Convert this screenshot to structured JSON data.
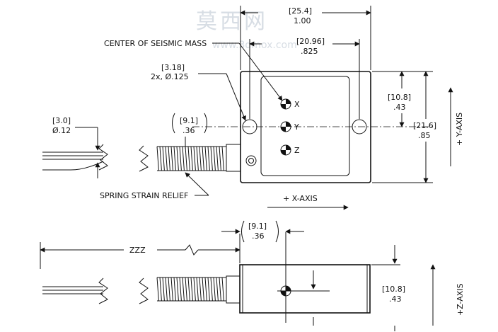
{
  "watermark": {
    "chars": "莫西网",
    "url": "www.3dmox.com"
  },
  "labels": {
    "seismic_mass": "CENTER OF SEISMIC MASS",
    "spring_relief": "SPRING STRAIN RELIEF",
    "x_axis": "+ X-AXIS",
    "y_axis": "+ Y-AXIS",
    "z_axis": "+Z-AXIS",
    "zzz": "ZZZ",
    "x": "X",
    "y": "Y",
    "z": "Z"
  },
  "dims": {
    "width_mm": "[25.4]",
    "width_in": "1.00",
    "sensor_mm": "[20.96]",
    "sensor_in": ".825",
    "hole_mm": "[3.18]",
    "hole_in": "2x, Ø.125",
    "wire_mm": "[3.0]",
    "wire_in": "Ø.12",
    "spring_mm": "[9.1]",
    "spring_in": ".36",
    "ycenter_mm": "[10.8]",
    "ycenter_in": ".43",
    "height_mm": "[21.6]",
    "height_in": ".85",
    "side_spring_mm": "[9.1]",
    "side_spring_in": ".36",
    "side_height_mm": "[10.8]",
    "side_height_in": ".43"
  }
}
